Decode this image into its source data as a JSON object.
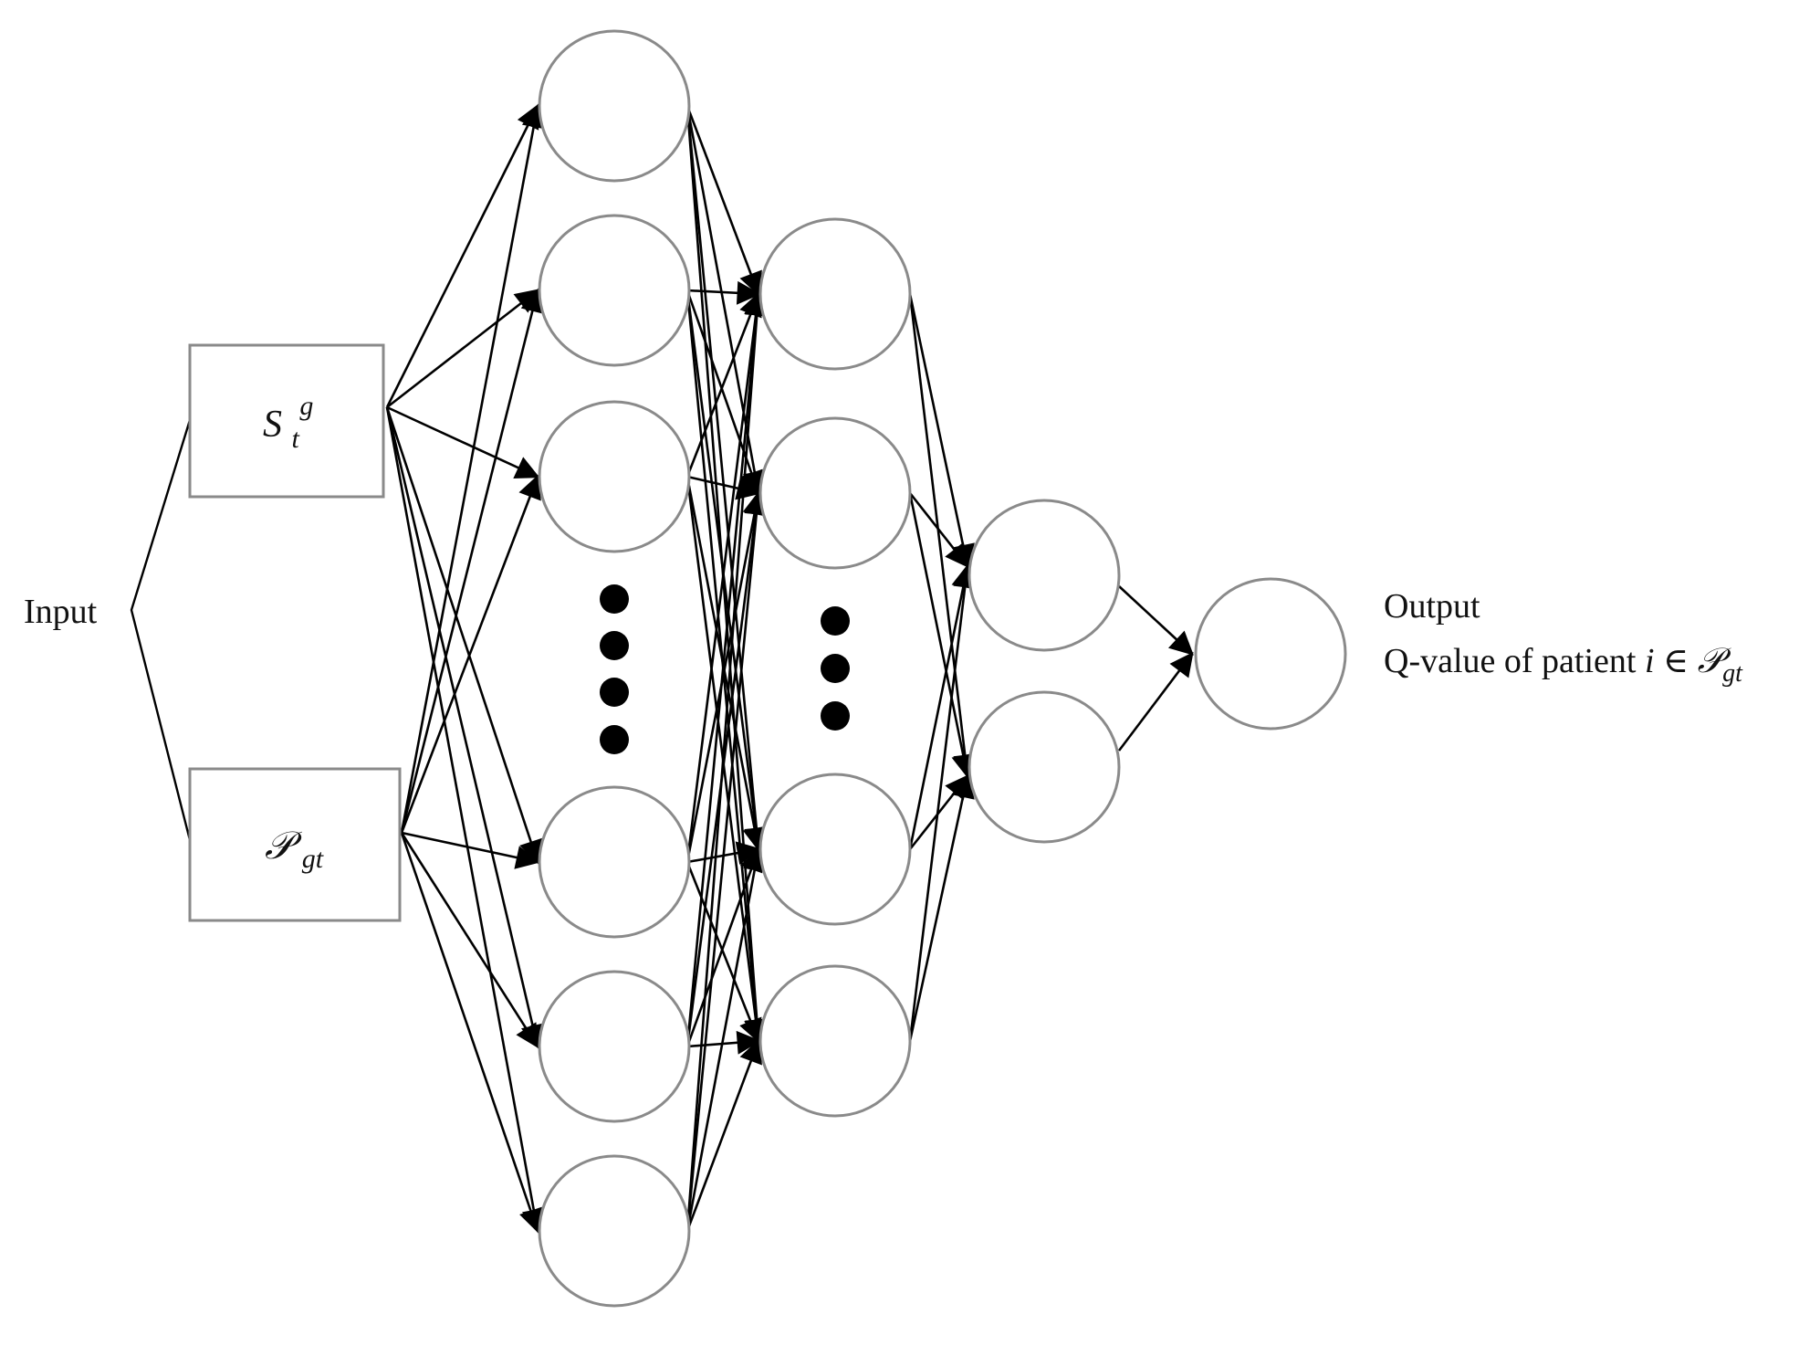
{
  "input_label": "Input",
  "input_boxes": [
    {
      "symbol": "S",
      "sub": "t",
      "sup": "g"
    },
    {
      "symbol": "𝒫",
      "sub": "gt",
      "sup": ""
    }
  ],
  "output_label": "Output",
  "output_desc_prefix": "Q-value of patient ",
  "output_desc_var": "i",
  "output_desc_rel": " ∈ ",
  "output_desc_set": "𝒫",
  "output_desc_sub": "gt"
}
